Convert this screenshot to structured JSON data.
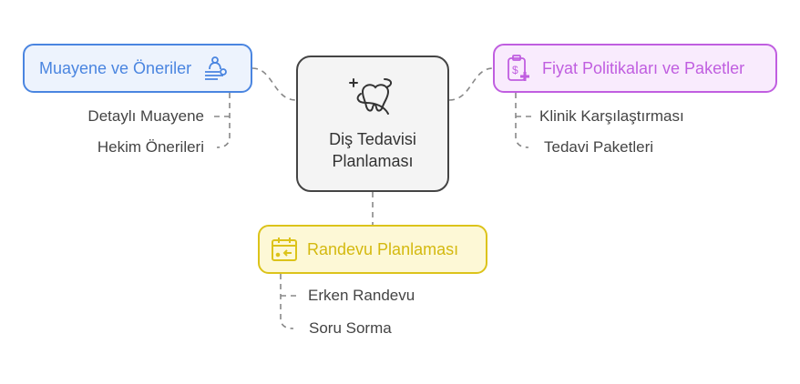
{
  "center": {
    "title_line1": "Diş Tedavisi",
    "title_line2": "Planlaması",
    "icon": "tooth-icon"
  },
  "branches": [
    {
      "title": "Muayene ve Öneriler",
      "icon": "doctor-examination-icon",
      "color": "#4a85e0",
      "fill": "#edf3fd",
      "items": [
        "Detaylı Muayene",
        "Hekim Önerileri"
      ]
    },
    {
      "title": "Fiyat Politikaları ve Paketler",
      "icon": "clipboard-price-icon",
      "color": "#c05ee0",
      "fill": "#f9ebfd",
      "items": [
        "Klinik Karşılaştırması",
        "Tedavi Paketleri"
      ]
    },
    {
      "title": "Randevu Planlaması",
      "icon": "calendar-icon",
      "color": "#dcc31a",
      "fill": "#fdf8d6",
      "items": [
        "Erken Randevu",
        "Soru Sorma"
      ]
    }
  ]
}
